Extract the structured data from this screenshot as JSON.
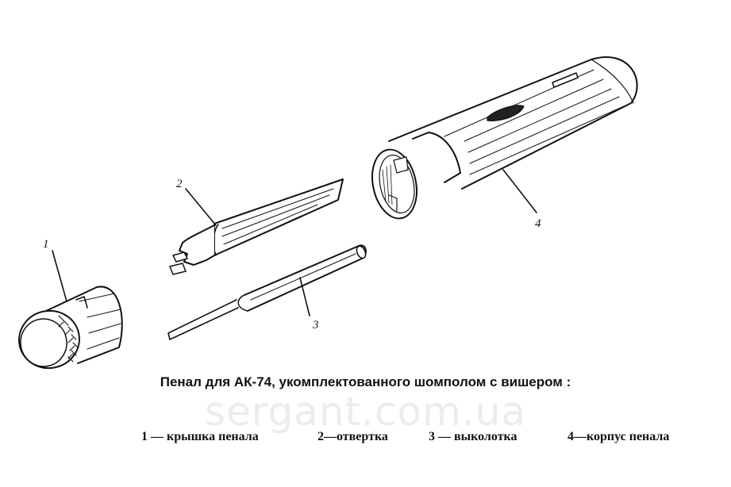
{
  "diagram": {
    "part_numbers": [
      "1",
      "2",
      "3",
      "4"
    ],
    "caption": "Пенал  для АК-74, укомплектованного шомполом с вишером :",
    "legend": [
      "1 — крышка  пенала",
      "2—отвертка",
      "3 — выколотка",
      "4—корпус пенала"
    ],
    "watermark": "sergant.com.ua",
    "line_color": "#111111"
  }
}
